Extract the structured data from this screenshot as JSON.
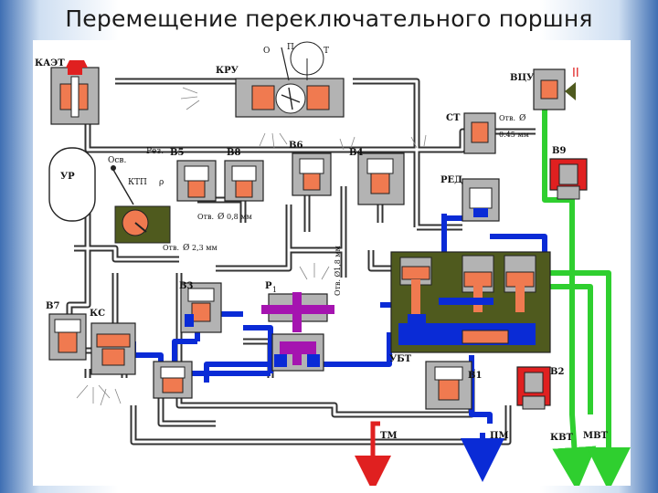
{
  "title": "Перемещение переключательного поршня",
  "labels": {
    "kaep": "КАЭТ",
    "kru": "КРУ",
    "kru_o": "О",
    "kru_p": "П",
    "kru_t": "Т",
    "vtsu": "ВЦУ",
    "roman_two": "II",
    "st": "СТ",
    "otv_045": "Отв.",
    "otv_045_dia": "Ø",
    "mm_045": "0.45 мм",
    "ur": "УР",
    "osv": "Осв.",
    "rez": "Рез.",
    "ktp": "КТП",
    "v5": "В5",
    "v8": "В8",
    "v6": "В6",
    "v4": "В4",
    "v9": "В9",
    "red": "РЕД",
    "otv_08": "Отв.",
    "otv_08_dia": "Ø",
    "mm_08": "0,8 мм",
    "otv_23": "Отв.",
    "otv_23_dia": "Ø",
    "mm_23": "2,3 мм",
    "otv_18": "Отв. Ø1,8 мм",
    "p1": "Р",
    "p1_sub": "1",
    "v3": "В3",
    "v7": "В7",
    "ks": "КС",
    "ubt": "УБТ",
    "v1": "В1",
    "v2": "В2",
    "tm": "ТМ",
    "pm": "ПМ",
    "kvt": "КВТ",
    "mvt": "МВТ"
  },
  "colors": {
    "line": "#333333",
    "blue": "#0a2bd6",
    "green": "#2fcf2f",
    "red": "#e02020",
    "salmon": "#f07a50",
    "olive": "#4f5a1e",
    "magenta": "#a514b0",
    "grey": "#b3b3b3"
  }
}
